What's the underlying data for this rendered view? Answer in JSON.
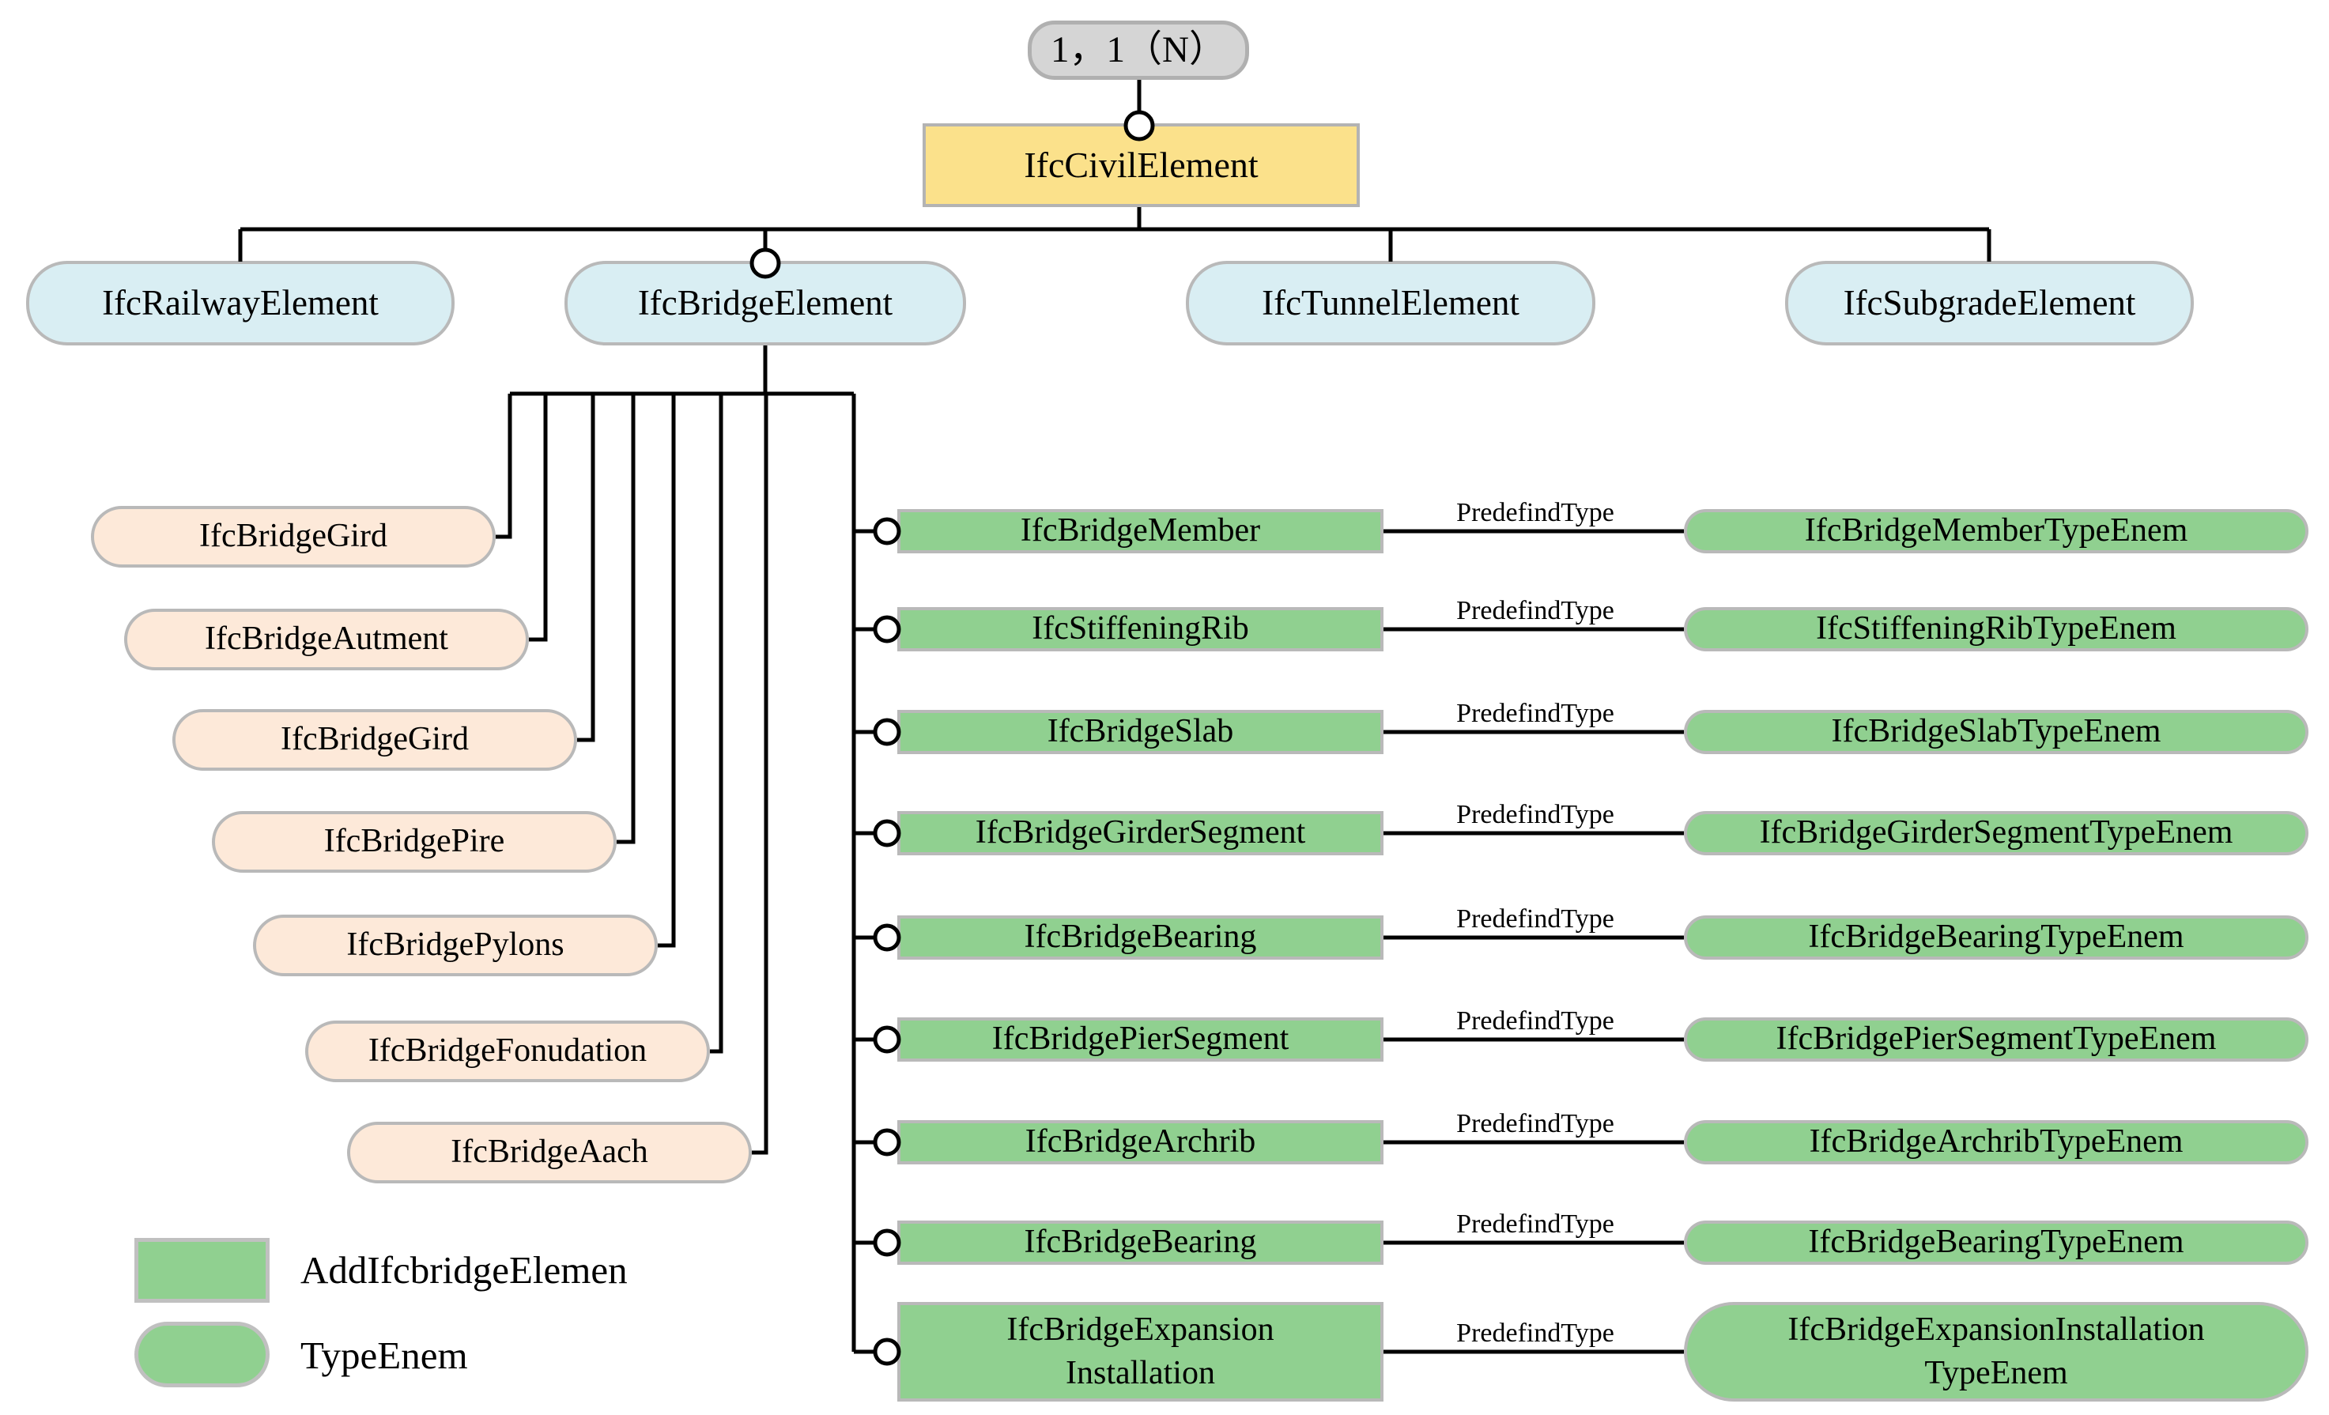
{
  "diagram": {
    "root_cardinality": "1，1（N）",
    "root": "IfcCivilElement",
    "relation_label": "PredefindType",
    "categories": [
      {
        "label": "IfcRailwayElement"
      },
      {
        "label": "IfcBridgeElement"
      },
      {
        "label": "IfcTunnelElement"
      },
      {
        "label": "IfcSubgradeElement"
      }
    ],
    "bridge_children": [
      {
        "label": "IfcBridgeGird"
      },
      {
        "label": "IfcBridgeAutment"
      },
      {
        "label": "IfcBridgeGird"
      },
      {
        "label": "IfcBridgePire"
      },
      {
        "label": "IfcBridgePylons"
      },
      {
        "label": "IfcBridgeFonudation"
      },
      {
        "label": "IfcBridgeAach"
      }
    ],
    "rows": [
      {
        "entity": "IfcBridgeMember",
        "type_enum": "IfcBridgeMemberTypeEnem"
      },
      {
        "entity": "IfcStiffeningRib",
        "type_enum": "IfcStiffeningRibTypeEnem"
      },
      {
        "entity": "IfcBridgeSlab",
        "type_enum": "IfcBridgeSlabTypeEnem"
      },
      {
        "entity": "IfcBridgeGirderSegment",
        "type_enum": "IfcBridgeGirderSegmentTypeEnem"
      },
      {
        "entity": "IfcBridgeBearing",
        "type_enum": "IfcBridgeBearingTypeEnem"
      },
      {
        "entity": "IfcBridgePierSegment",
        "type_enum": "IfcBridgePierSegmentTypeEnem"
      },
      {
        "entity": "IfcBridgeArchrib",
        "type_enum": "IfcBridgeArchribTypeEnem"
      },
      {
        "entity": "IfcBridgeBearing",
        "type_enum": "IfcBridgeBearingTypeEnem"
      },
      {
        "entity": "IfcBridgeExpansion Installation",
        "type_enum": "IfcBridgeExpansionInstallation TypeEnem"
      }
    ],
    "legend": [
      {
        "swatch": "rectangle",
        "label": "AddIfcbridgeElemen"
      },
      {
        "swatch": "rounded",
        "label": "TypeEnem"
      }
    ],
    "colors": {
      "entity_green": "#90d090",
      "child_peach": "#fde9d9",
      "category_blue": "#d9eef3",
      "root_yellow": "#fbe18b",
      "cardinality_gray": "#d5d5d5",
      "border_gray": "#b9b9b9",
      "line_black": "#000000"
    }
  }
}
